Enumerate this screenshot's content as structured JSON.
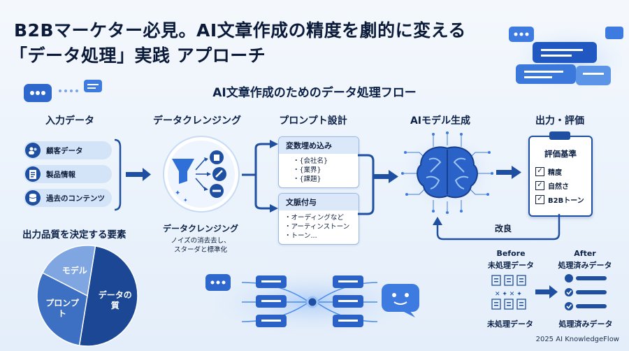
{
  "title": {
    "line1": "B2Bマーケター必見。AI文章作成の精度を劇的に変える",
    "line2": "「データ処理」実践  アプローチ"
  },
  "flow": {
    "title": "AI文章作成のためのデータ処理フロー",
    "stages": {
      "input": "入力データ",
      "cleansing": "データクレンジング",
      "prompt": "プロンプト設計",
      "ai": "AIモデル生成",
      "output": "出力・評価"
    }
  },
  "input_items": [
    "顧客データ",
    "製品情報",
    "過去のコンテンツ"
  ],
  "cleansing": {
    "caption_title": "データクレンジング",
    "caption_line1": "ノイズの消去去し、",
    "caption_line2": "スターダと標準化"
  },
  "prompt": {
    "box1_title": "変数埋め込み",
    "box1_items": [
      "・{会社名}",
      "・{業界}",
      "・{課題}"
    ],
    "box2_title": "文脈付与",
    "box2_items": [
      "・オーディングなど",
      "・アーティンストーン",
      "・トーン..."
    ]
  },
  "evaluation": {
    "title": "評価基準",
    "items": [
      "精度",
      "自然さ",
      "B2Bトーン"
    ],
    "feedback_label": "改良"
  },
  "quality": {
    "title": "出力品質を決定する要素"
  },
  "chart_data": {
    "type": "pie",
    "title": "出力品質を決定する要素",
    "categories": [
      "データの質",
      "プロンプト",
      "モデル"
    ],
    "values": [
      50,
      30,
      20
    ],
    "colors": [
      "#1b4795",
      "#3d6fc2",
      "#7fa6e0"
    ]
  },
  "before_after": {
    "before_title": "Before",
    "before_sub": "未処理データ",
    "after_title": "After",
    "after_sub": "処理済みデータ",
    "before_caption": "未処理データ",
    "after_caption": "処理済みデータ"
  },
  "footer": "2025 AI KnowledgeFlow",
  "colors": {
    "navy": "#0d1e3c",
    "primary": "#1f4fa0",
    "accent": "#2f7de0",
    "light": "#d4e4f8"
  }
}
